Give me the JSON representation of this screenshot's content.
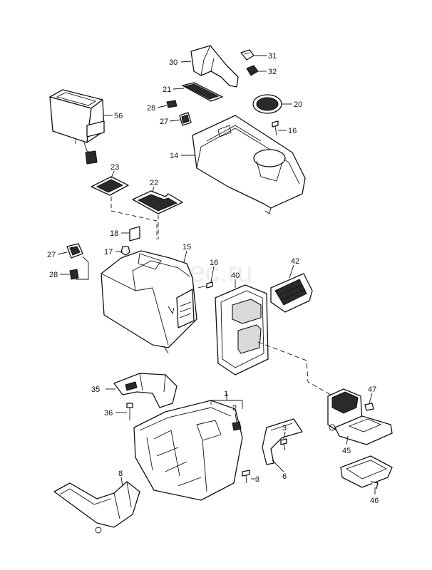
{
  "watermark": "vagtec.ru",
  "labels": {
    "p1": "1",
    "p2": "2",
    "p3a": "3",
    "p3b": "3",
    "p6": "6",
    "p8": "8",
    "p14": "14",
    "p15": "15",
    "p16a": "16",
    "p16b": "16",
    "p17": "17",
    "p18": "18",
    "p20": "20",
    "p21": "21",
    "p22": "22",
    "p23": "23",
    "p27a": "27",
    "p27b": "27",
    "p28a": "28",
    "p28b": "28",
    "p30": "30",
    "p31": "31",
    "p32": "32",
    "p35": "35",
    "p36": "36",
    "p40": "40",
    "p42": "42",
    "p45": "45",
    "p46": "46",
    "p47": "47",
    "p56": "56"
  }
}
